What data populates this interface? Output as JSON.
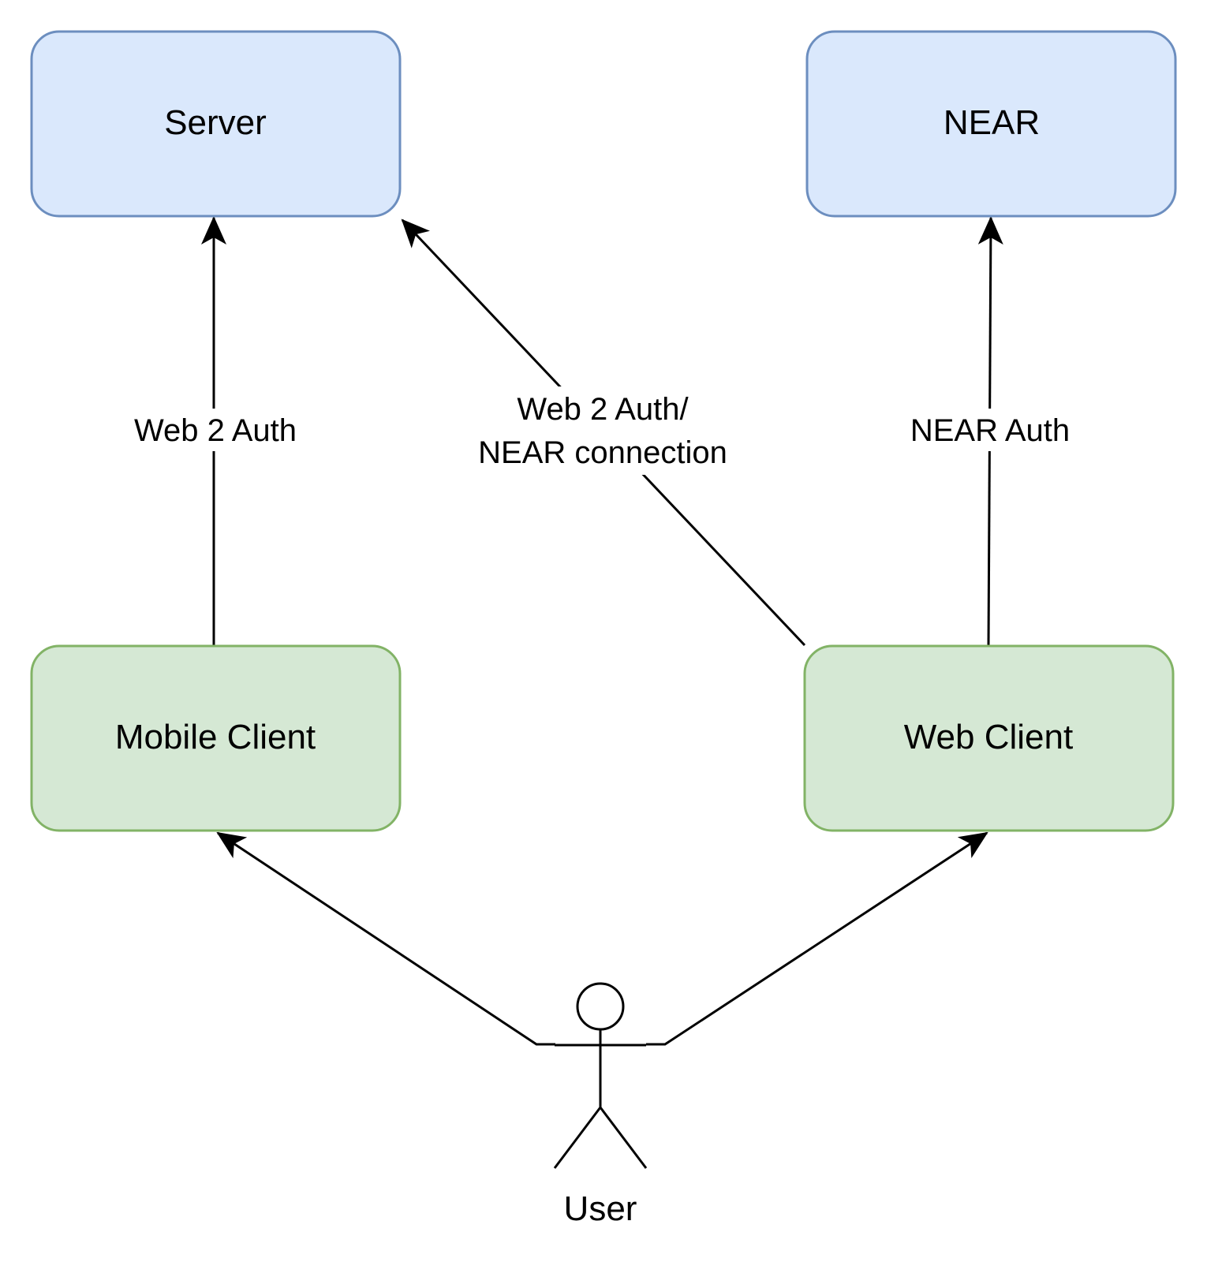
{
  "nodes": {
    "server": {
      "label": "Server"
    },
    "near": {
      "label": "NEAR"
    },
    "mobile_client": {
      "label": "Mobile Client"
    },
    "web_client": {
      "label": "Web Client"
    },
    "user": {
      "label": "User"
    }
  },
  "edges": {
    "mobile_to_server": {
      "label": "Web 2 Auth"
    },
    "web_to_server": {
      "label_line1": "Web 2 Auth/",
      "label_line2": "NEAR connection"
    },
    "web_to_near": {
      "label": "NEAR Auth"
    }
  },
  "colors": {
    "blue_fill": "#dae8fc",
    "blue_stroke": "#6c8ebf",
    "green_fill": "#d5e8d4",
    "green_stroke": "#82b366",
    "line": "#000000"
  }
}
